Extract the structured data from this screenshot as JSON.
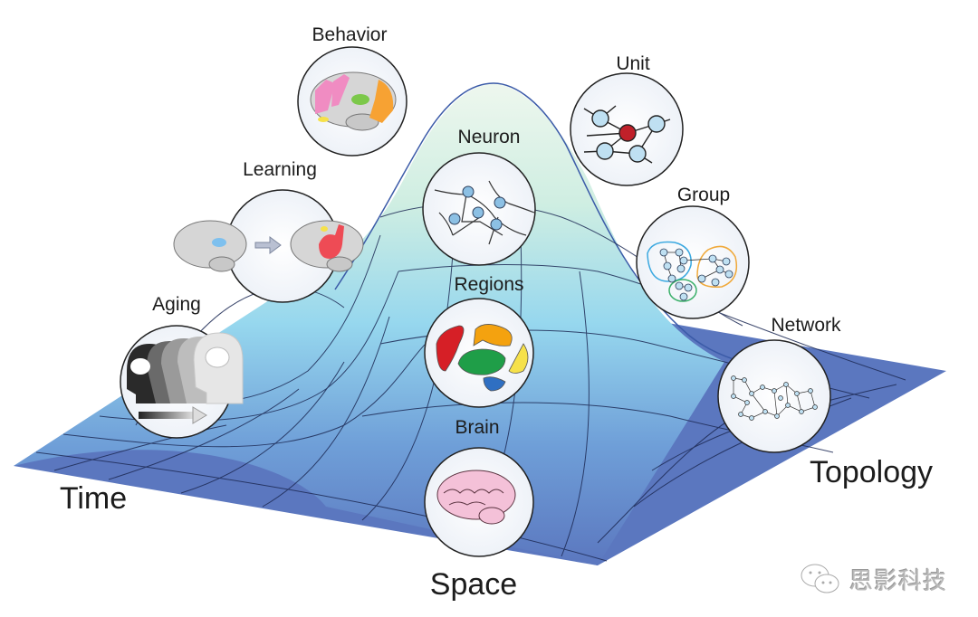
{
  "figure": {
    "axes": {
      "time": "Time",
      "space": "Space",
      "topology": "Topology"
    },
    "time_scale": {
      "learning": "Learning",
      "behavior": "Behavior",
      "aging": "Aging"
    },
    "space_scale": {
      "neuron": "Neuron",
      "regions": "Regions",
      "brain": "Brain"
    },
    "topology_scale": {
      "unit": "Unit",
      "group": "Group",
      "network": "Network"
    },
    "colors": {
      "surface_base": "#5b77bf",
      "surface_peak": "#dff2e8",
      "surface_mid": "#8fd0ec",
      "grid_line": "#1d2a55",
      "unit_center": "#c0202a",
      "unit_node": "#bfe0f2",
      "group_blue": "#3aa8e0",
      "group_orange": "#f0a93a",
      "group_green": "#3bb06a",
      "brain_pink": "#f4c1d8",
      "region_red": "#d61f26",
      "region_orange": "#f4a20f",
      "region_green": "#1f9e48",
      "region_yellow": "#f6e14a",
      "region_blue": "#2f6fc2",
      "behavior_pink": "#f08cc2",
      "behavior_green": "#7cc84a",
      "behavior_orange": "#f7a233",
      "learning_blue": "#7ec0ee",
      "learning_red": "#ee4b55"
    }
  },
  "watermark": {
    "icon": "wechat-icon",
    "text": "思影科技"
  }
}
